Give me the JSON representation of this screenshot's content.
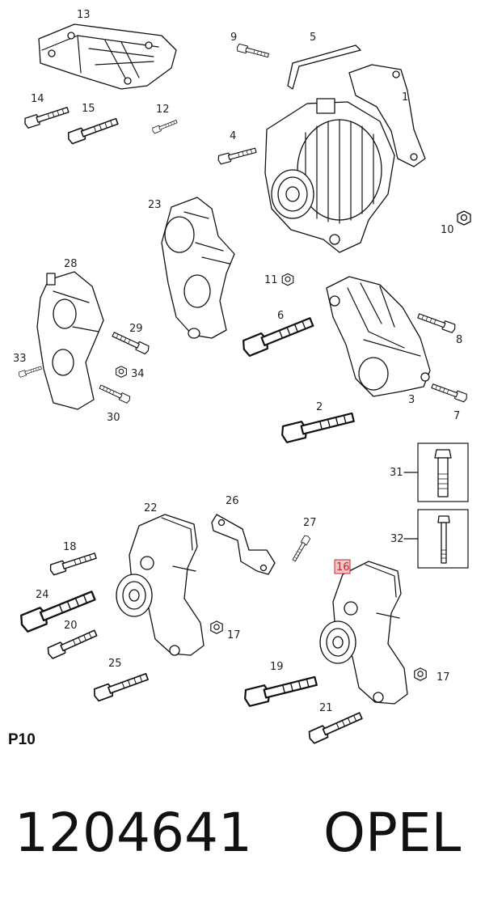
{
  "labels": {
    "p1": "1",
    "p2": "2",
    "p3": "3",
    "p4": "4",
    "p5": "5",
    "p6": "6",
    "p7": "7",
    "p8": "8",
    "p9": "9",
    "p10": "10",
    "p11": "11",
    "p12": "12",
    "p13": "13",
    "p14": "14",
    "p15": "15",
    "p16": "16",
    "p17a": "17",
    "p17b": "17",
    "p18": "18",
    "p19": "19",
    "p20": "20",
    "p21": "21",
    "p22": "22",
    "p23": "23",
    "p24": "24",
    "p25": "25",
    "p26": "26",
    "p27": "27",
    "p28": "28",
    "p29": "29",
    "p30": "30",
    "p31": "31",
    "p32": "32",
    "p33": "33",
    "p34": "34"
  },
  "highlight_color": "#c0282d",
  "page_code": "P10",
  "footer": {
    "part_number": "1204641",
    "brand": "OPEL"
  }
}
